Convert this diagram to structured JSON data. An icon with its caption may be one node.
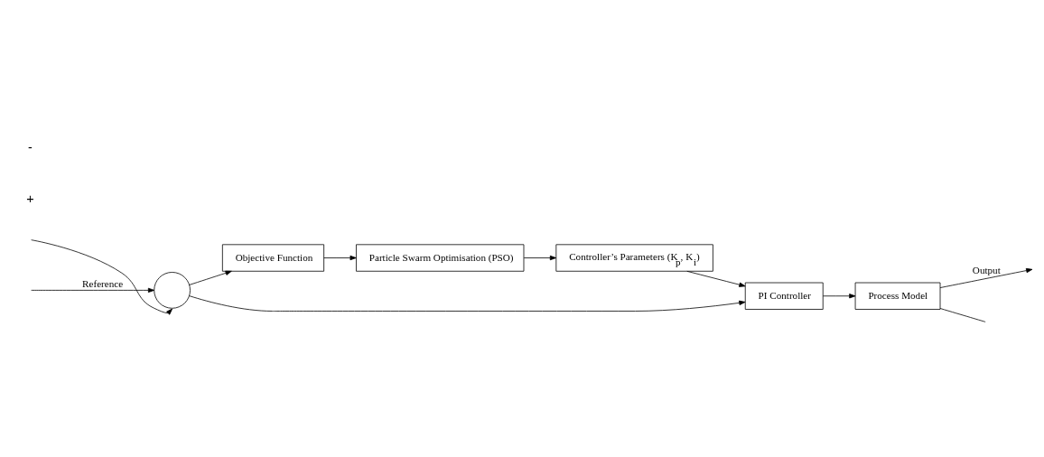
{
  "diagram": {
    "nodes": [
      {
        "text": [
          "Objective Function"
        ]
      },
      {
        "text": [
          "Particle Swarm Optimisation (PSO)"
        ]
      },
      {
        "text": [
          "Controller’s Parameters (K$_{p}$, K$_{i}$)"
        ]
      },
      {
        "text": [
          "PI Controller"
        ]
      },
      {
        "text": [
          "Process Model"
        ]
      },
      {
        "text": [],
        "shape": "circle"
      }
    ],
    "edges": [
      {
        "from": null,
        "to": 5,
        "arrow": "to"
      },
      {
        "from": null,
        "to": 5,
        "arrow": "to",
        "label": "Reference"
      },
      {
        "from": 5,
        "to": 0,
        "arrow": "to"
      },
      {
        "from": 5,
        "to": 3,
        "arrow": "to"
      },
      {
        "from": 0,
        "to": 1,
        "arrow": "to"
      },
      {
        "from": 1,
        "to": 2,
        "arrow": "to"
      },
      {
        "from": 2,
        "to": 3,
        "arrow": "to"
      },
      {
        "from": 3,
        "to": 4,
        "arrow": "to"
      },
      {
        "from": 4,
        "to": null,
        "arrow": "to",
        "label": "Output"
      },
      {
        "from": 4,
        "to": null,
        "arrow": "none"
      }
    ],
    "labels": [
      "+",
      "-"
    ]
  }
}
